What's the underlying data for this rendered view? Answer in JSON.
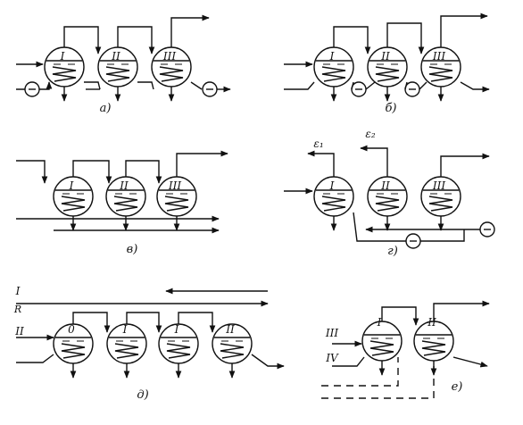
{
  "panels": {
    "a": {
      "caption": "а)",
      "vessels": [
        "I",
        "II",
        "III"
      ]
    },
    "b": {
      "caption": "б)",
      "vessels": [
        "I",
        "II",
        "III"
      ]
    },
    "v": {
      "caption": "в)",
      "vessels": [
        "I",
        "II",
        "III"
      ]
    },
    "g": {
      "caption": "г)",
      "vessels": [
        "I",
        "II",
        "III"
      ],
      "labels": [
        "ε₁",
        "ε₂"
      ]
    },
    "d": {
      "caption": "д)",
      "vessels": [
        "0",
        "I",
        "I",
        "II"
      ],
      "inlets": [
        "I",
        "R",
        "II"
      ]
    },
    "e": {
      "caption": "е)",
      "vessels": [
        "I",
        "II"
      ],
      "inlets": [
        "III",
        "IV"
      ]
    }
  },
  "colors": {
    "ink": "#111111",
    "paper": "#ffffff"
  }
}
